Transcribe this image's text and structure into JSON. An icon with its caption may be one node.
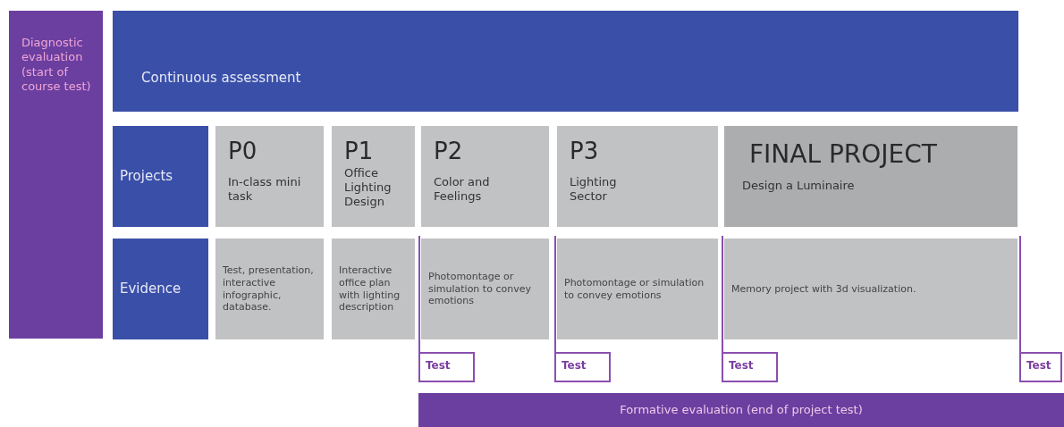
{
  "diagram": {
    "nodes": [
      {
        "text": [
          "Diagnostic evaluation (start of course test)"
        ]
      },
      {
        "text": [
          "Continuous assessment"
        ]
      },
      {
        "text": [
          "Projects"
        ]
      },
      {
        "text": [
          "P0",
          "In-class mini task"
        ]
      },
      {
        "text": [
          "P1",
          "Office Lighting Design"
        ]
      },
      {
        "text": [
          "P2",
          "Color and Feelings"
        ]
      },
      {
        "text": [
          "P3",
          "Lighting Sector"
        ]
      },
      {
        "text": [
          "FINAL PROJECT",
          "Design a Luminaire"
        ]
      },
      {
        "text": [
          "Evidence"
        ]
      },
      {
        "text": [
          "Test, presentation, interactive infographic, database."
        ]
      },
      {
        "text": [
          "Interactive office plan with lighting description"
        ]
      },
      {
        "text": [
          "Photomontage or simulation to convey emotions"
        ]
      },
      {
        "text": [
          "Photomontage or simulation to convey emotions"
        ]
      },
      {
        "text": [
          "Memory project with 3d visualization."
        ]
      },
      {
        "text": [
          "Test"
        ]
      },
      {
        "text": [
          "Test"
        ]
      },
      {
        "text": [
          "Test"
        ]
      },
      {
        "text": [
          "Test"
        ]
      },
      {
        "text": [
          "Formative evaluation (end of project test)"
        ]
      }
    ]
  }
}
